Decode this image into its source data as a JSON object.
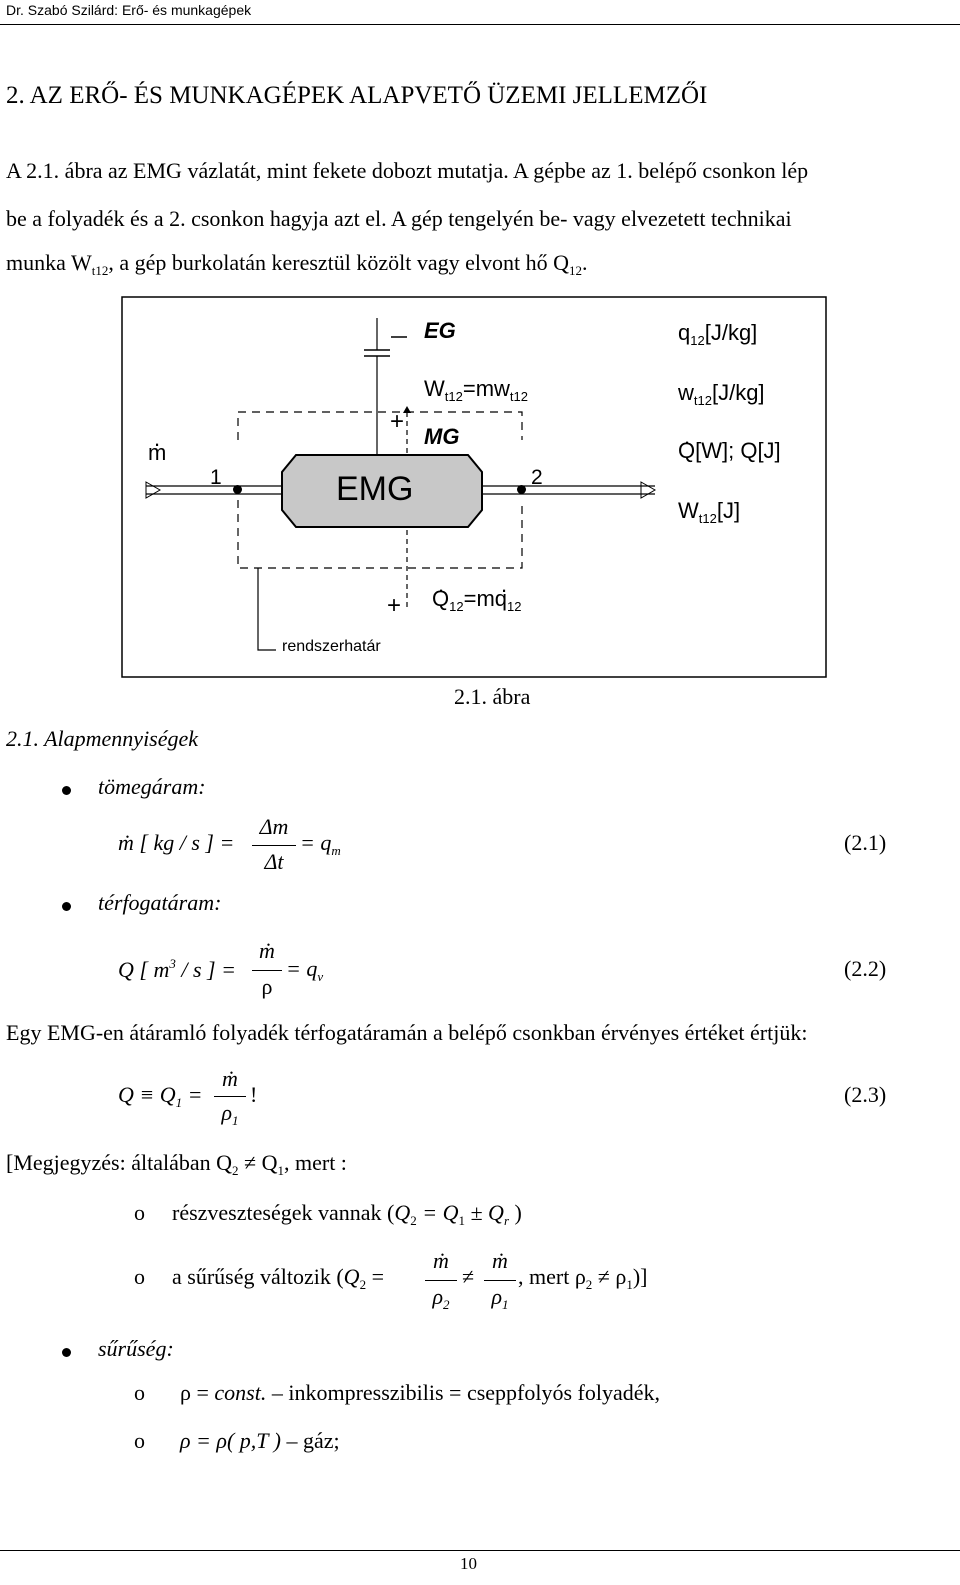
{
  "header": {
    "text": "Dr. Szabó Szilárd: Erő- és munkagépek"
  },
  "title": "2. AZ ERŐ- ÉS MUNKAGÉPEK ALAPVETŐ ÜZEMI JELLEMZŐI",
  "intro": {
    "line1": "A 2.1. ábra az EMG vázlatát, mint fekete dobozt mutatja. A gépbe az 1. belépő csonkon lép",
    "line2": "be a folyadék és a 2. csonkon hagyja azt el. A gép tengelyén be- vagy elvezetett technikai",
    "line3a": "munka W",
    "line3sub": "t12",
    "line3b": ", a gép burkolatán keresztül közölt vagy elvont hő Q",
    "line3sub2": "12",
    "line3c": "."
  },
  "figure": {
    "eg_label": "EG",
    "mg_label": "MG",
    "box_label": "EMG",
    "inlet_number": "1",
    "outlet_number": "2",
    "mdot": "m",
    "work_a": "W",
    "work_b": "t12",
    "work_c": "=mw",
    "work_d": "t12",
    "heat_a": "Q",
    "heat_b": "12",
    "heat_c": "=mq",
    "heat_d": "12",
    "plus": "+",
    "boundary_label": "rendszerhatár",
    "legend_q_a": "q",
    "legend_q_b": "12",
    "legend_q_c": "[J/kg]",
    "legend_w_a": "w",
    "legend_w_b": "t12",
    "legend_w_c": "[J/kg]",
    "legend_Q": "Q[W]; Q[J]",
    "legend_W_a": "W",
    "legend_W_b": "t12",
    "legend_W_c": "[J]",
    "caption": "2.1. ábra"
  },
  "section": "2.1. Alapmennyiségek",
  "bullets": {
    "tomegaram": "tömegáram:",
    "terfogataram": "térfogatáram:",
    "suruseg": "sűrűség:"
  },
  "eq1": {
    "lhs": "ṁ [ kg / s ] =",
    "num": "Δm",
    "den": "Δt",
    "rhs": "= q",
    "rhs_sub": "m",
    "number": "(2.1)"
  },
  "eq2": {
    "lhs_a": "Q [ m",
    "lhs_sup": "3",
    "lhs_b": " / s ] =",
    "num": "ṁ",
    "den": "ρ",
    "rhs": "= q",
    "rhs_sub": "v",
    "number": "(2.2)"
  },
  "para": "Egy EMG-en átáramló folyadék térfogatáramán a belépő csonkban érvényes értéket értjük:",
  "eq3": {
    "lhs": "Q ≡ Q",
    "lhs_sub": "1",
    "eq": "=",
    "num": "ṁ",
    "den": "ρ",
    "den_sub": "1",
    "bang": "!",
    "number": "(2.3)"
  },
  "note": {
    "a": "[Megjegyzés: általában Q",
    "sub1": "2",
    "b": " ≠ Q",
    "sub2": "1",
    "c": ", mert :"
  },
  "sub_items": {
    "bullet": "o",
    "loss_a": "részveszteségek vannak (",
    "loss_b": "Q",
    "loss_s1": "2",
    "loss_c": " = Q",
    "loss_s2": "1",
    "loss_d": " ± Q",
    "loss_s3": "r",
    "loss_e": " )",
    "dens_a": "a sűrűség változik (",
    "dens_b": "Q",
    "dens_s1": "2",
    "dens_eq": "=",
    "dens_ne": "≠",
    "num": "ṁ",
    "den1": "ρ",
    "den1_sub": "2",
    "den2": "ρ",
    "den2_sub": "1",
    "dens_c": ", mert ρ",
    "dens_s2": "2",
    "dens_d": " ≠ ρ",
    "dens_s3": "1",
    "dens_e": ")]",
    "const_a": "ρ = ",
    "const_b": "const.",
    "const_c": " – inkompresszibilis = cseppfolyós folyadék,",
    "gas_a": "ρ = ρ( p,T )",
    "gas_b": " – gáz;"
  },
  "page_number": "10"
}
